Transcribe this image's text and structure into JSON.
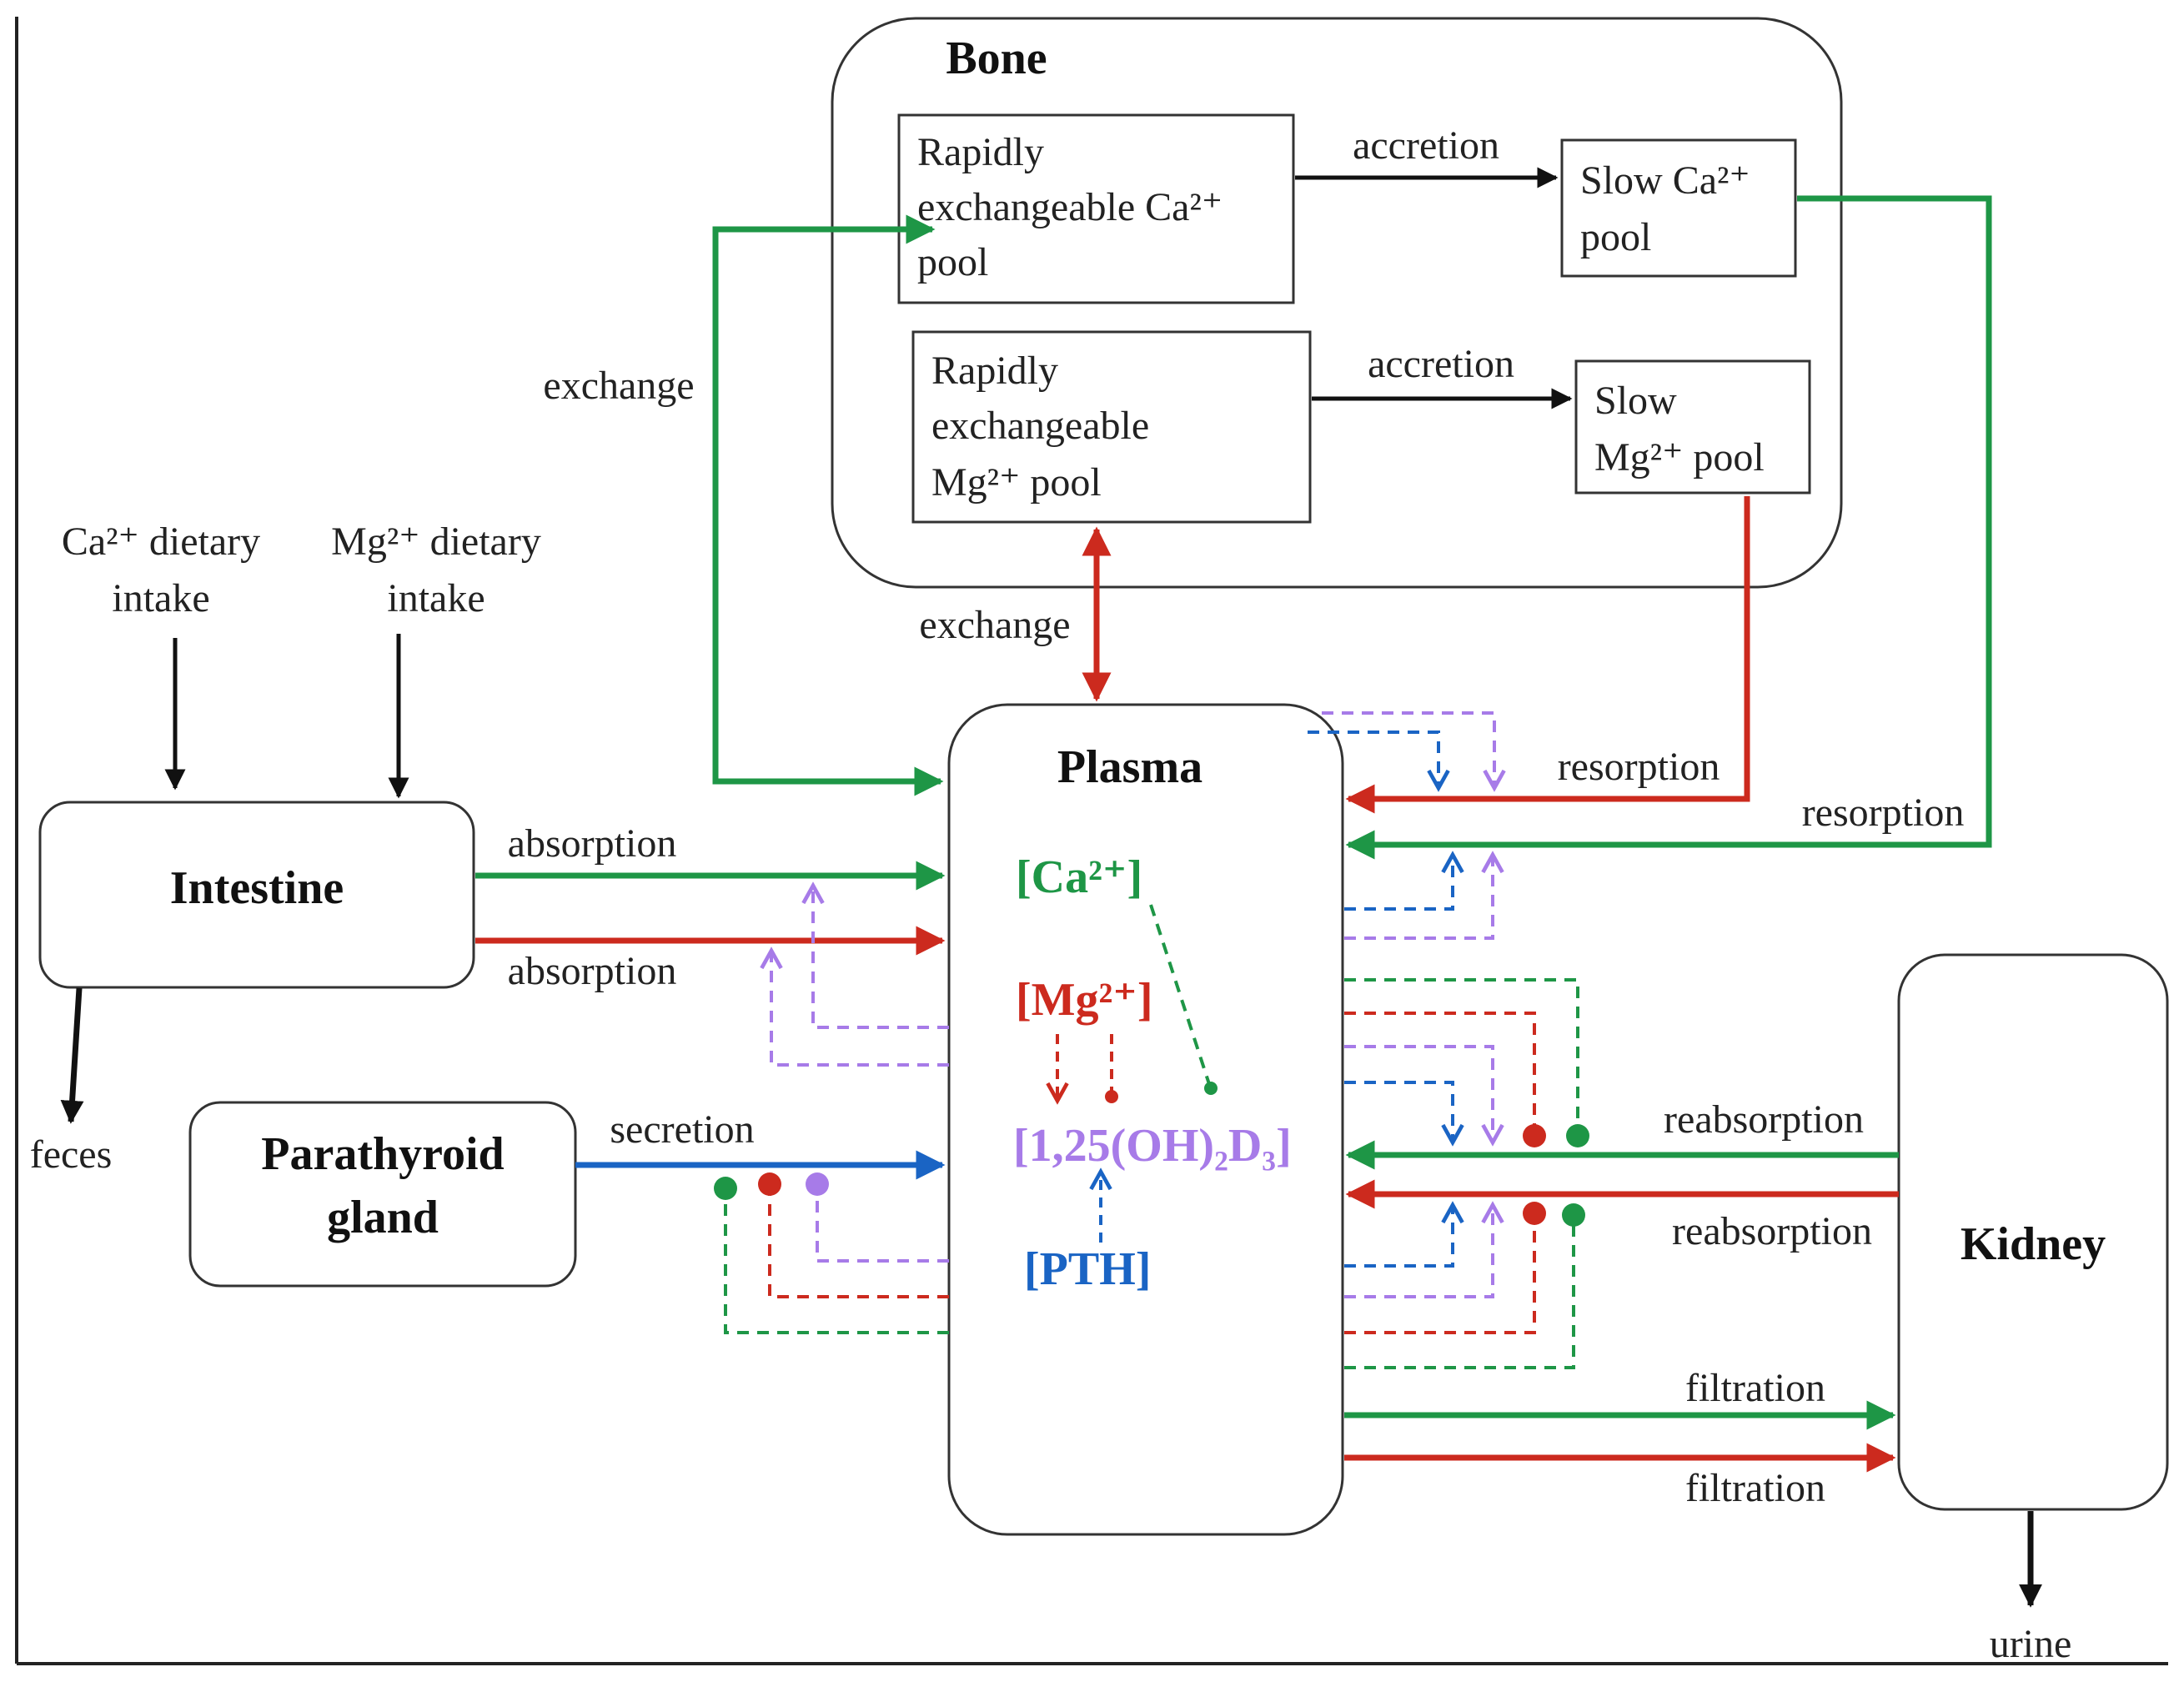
{
  "colors": {
    "calcium": "#1e9646",
    "magnesium": "#cc2a1e",
    "pth": "#1a64c4",
    "vitd": "#a77be8",
    "black": "#111111"
  },
  "bone": {
    "title": "Bone",
    "rapid_ca": [
      "Rapidly",
      "exchangeable Ca²⁺",
      "pool"
    ],
    "rapid_mg": [
      "Rapidly",
      "exchangeable",
      "Mg²⁺ pool"
    ],
    "slow_ca": [
      "Slow Ca²⁺",
      "pool"
    ],
    "slow_mg": [
      "Slow",
      "Mg²⁺ pool"
    ],
    "accretion_ca": "accretion",
    "accretion_mg": "accretion"
  },
  "intake": {
    "ca": [
      "Ca²⁺ dietary",
      "intake"
    ],
    "mg": [
      "Mg²⁺ dietary",
      "intake"
    ]
  },
  "intestine": {
    "title": "Intestine",
    "absorption_ca": "absorption",
    "absorption_mg": "absorption",
    "feces": "feces"
  },
  "parathyroid": {
    "title": [
      "Parathyroid",
      "gland"
    ],
    "secretion": "secretion"
  },
  "plasma": {
    "title": "Plasma",
    "ca": "[Ca²⁺]",
    "mg": "[Mg²⁺]",
    "vitd": "[1,25(OH)₂D₃]",
    "pth": "[PTH]"
  },
  "kidney": {
    "title": "Kidney",
    "reabsorption_ca": "reabsorption",
    "reabsorption_mg": "reabsorption",
    "filtration_ca": "filtration",
    "filtration_mg": "filtration",
    "urine": "urine"
  },
  "flows": {
    "exchange_ca": "exchange",
    "exchange_mg": "exchange",
    "resorption_mg": "resorption",
    "resorption_ca": "resorption"
  }
}
